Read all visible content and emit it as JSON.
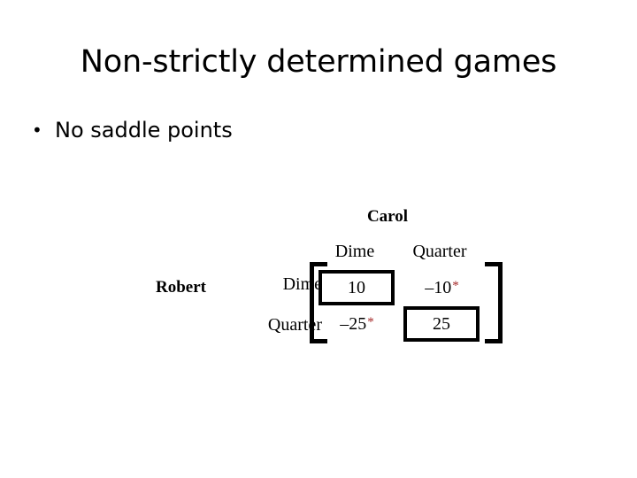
{
  "slide": {
    "title": "Non-strictly determined games",
    "bullets": [
      {
        "marker": "•",
        "text": "No saddle points"
      }
    ]
  },
  "matrix": {
    "column_player_label": "Carol",
    "row_player_label": "Robert",
    "column_headers": [
      "Dime",
      "Quarter"
    ],
    "row_headers": [
      "Dime",
      "Quarter"
    ],
    "bracket_left": "[",
    "bracket_right": "]",
    "star_glyph": "*",
    "star_color": "#A52A2A",
    "cells": [
      [
        {
          "value": "10",
          "boxed": true,
          "star": false
        },
        {
          "value": "–10",
          "boxed": false,
          "star": true
        }
      ],
      [
        {
          "value": "–25",
          "boxed": false,
          "star": true
        },
        {
          "value": "25",
          "boxed": true,
          "star": false
        }
      ]
    ]
  }
}
